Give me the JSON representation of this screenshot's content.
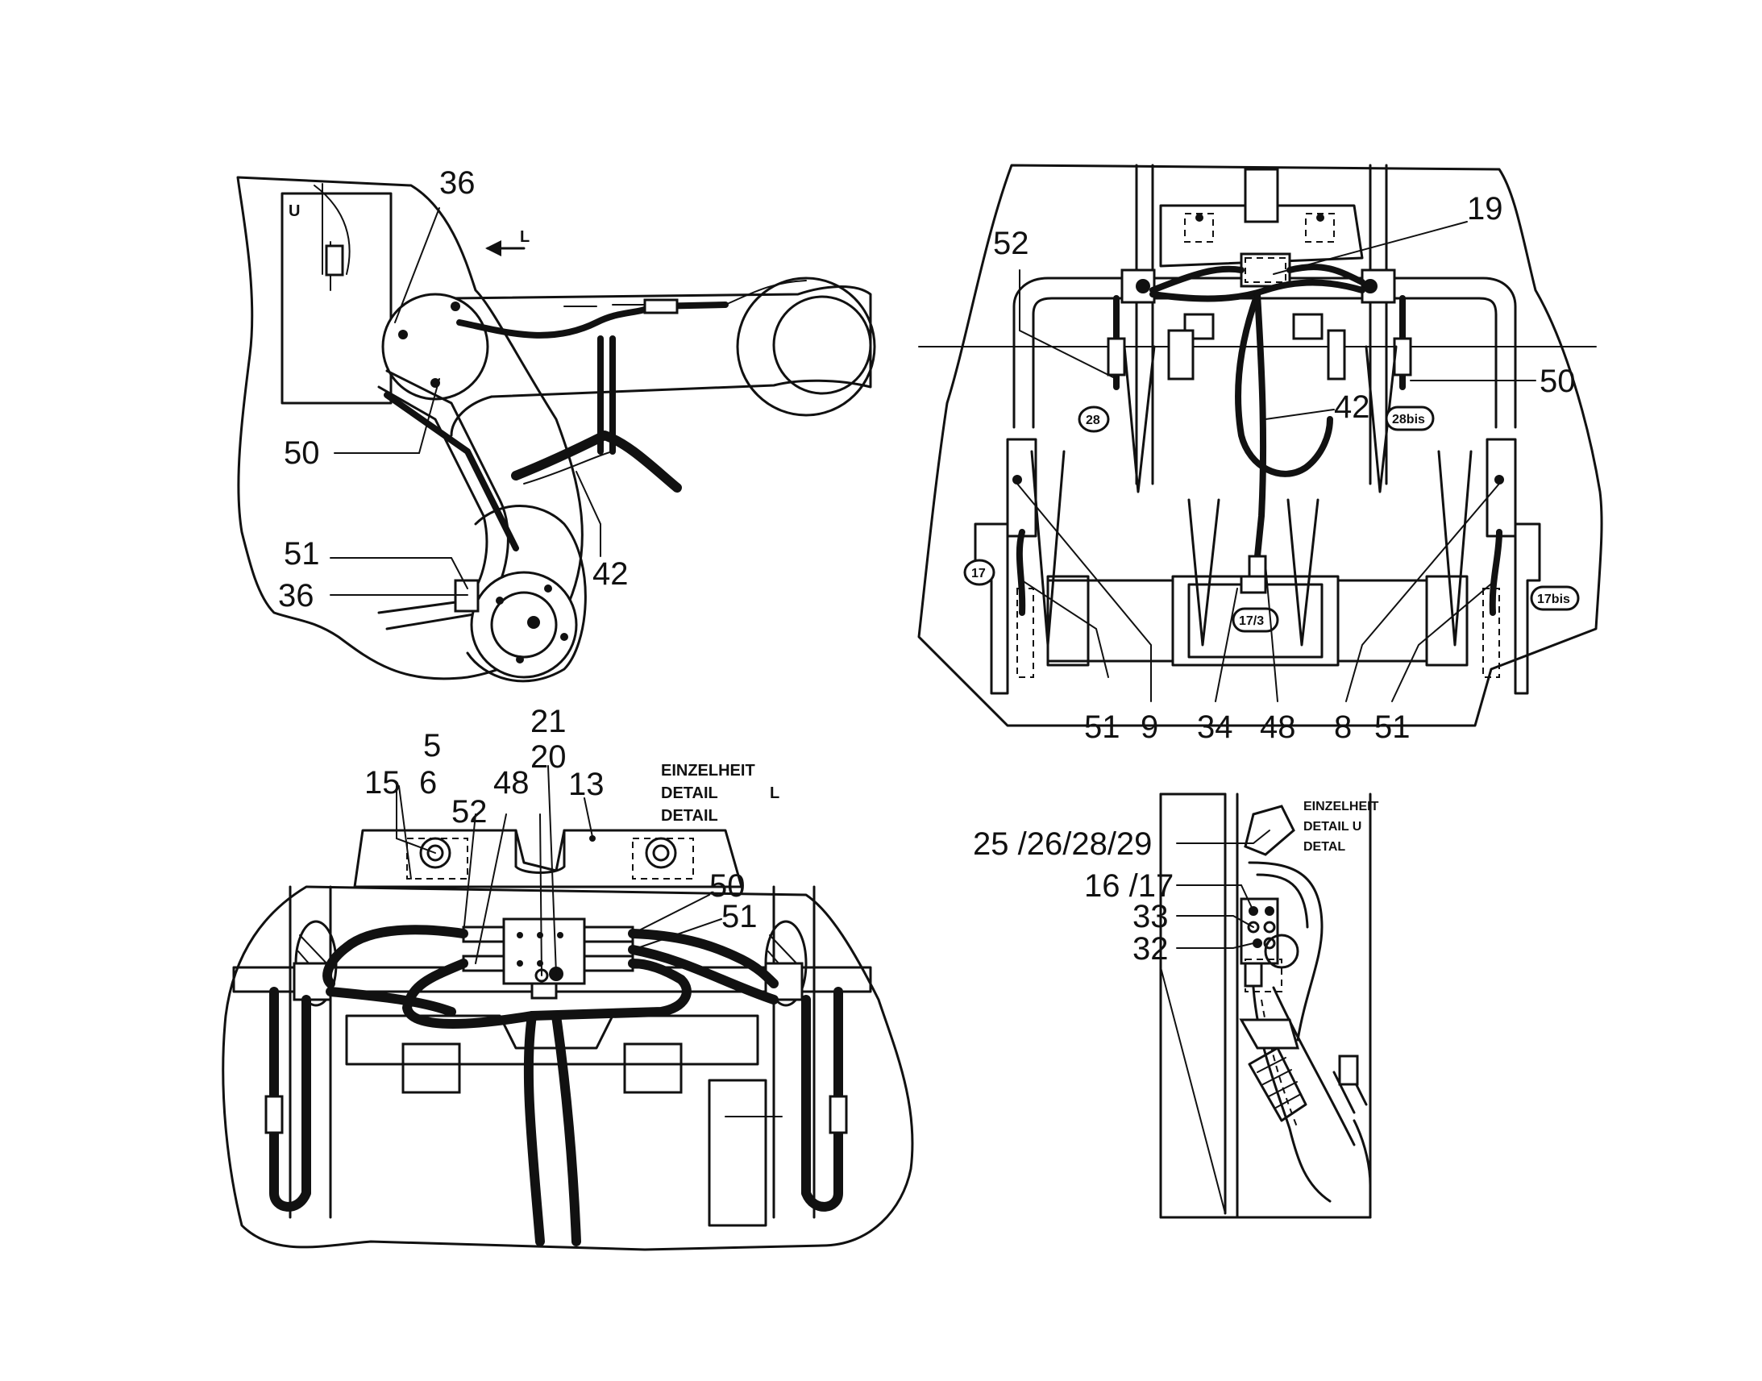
{
  "callouts": {
    "tl": [
      "36",
      "50",
      "51",
      "36",
      "42"
    ],
    "tl_arrow": "L",
    "tr": [
      "19",
      "52",
      "50",
      "42",
      "51",
      "9",
      "34",
      "48",
      "8",
      "51"
    ],
    "tr_tags": [
      "28",
      "28bis",
      "17",
      "17bis",
      "17/3"
    ],
    "bl": [
      "21",
      "20",
      "5",
      "6",
      "15",
      "48",
      "52",
      "13",
      "50",
      "51"
    ],
    "bl_detail": [
      "EINZELHEIT",
      "DETAIL",
      "DETAIL"
    ],
    "bl_detail_letter": "L",
    "br": [
      "25 /26/28/29",
      "16 /17",
      "33",
      "32"
    ],
    "br_detail": [
      "EINZELHEIT",
      "DETAIL U",
      "DETAL"
    ],
    "br_tag": "U"
  }
}
